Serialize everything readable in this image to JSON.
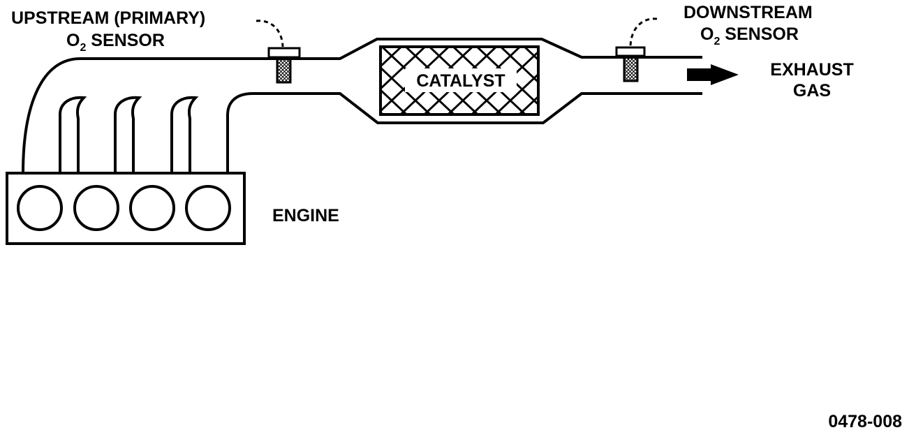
{
  "labels": {
    "upstream_line1": "UPSTREAM (PRIMARY)",
    "upstream_o": "O",
    "upstream_sub": "2",
    "upstream_sensor": " SENSOR",
    "downstream_line1": "DOWNSTREAM",
    "downstream_o": "O",
    "downstream_sub": "2",
    "downstream_sensor": " SENSOR",
    "catalyst": "CATALYST",
    "exhaust_line1": "EXHAUST",
    "exhaust_line2": "GAS",
    "engine": "ENGINE",
    "figure_id": "0478-008"
  },
  "colors": {
    "ink": "#000000",
    "paper": "#ffffff"
  }
}
